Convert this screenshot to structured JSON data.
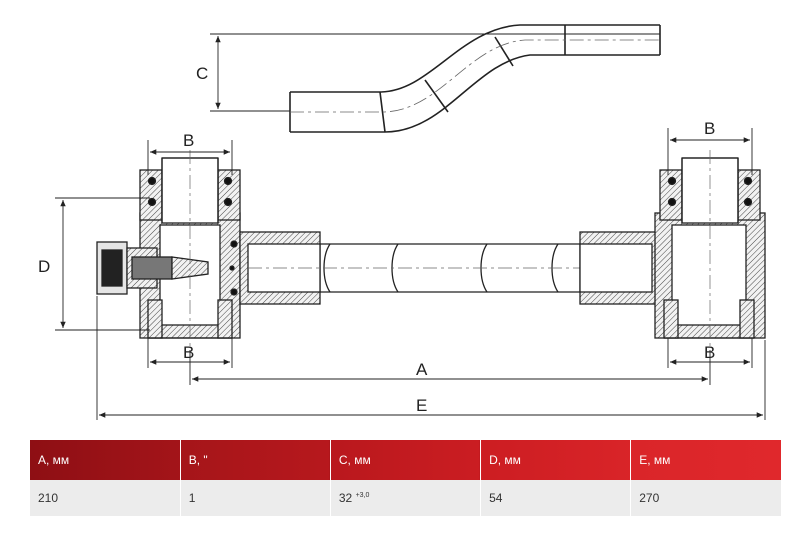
{
  "dimensions": {
    "A": "A",
    "B": "B",
    "C": "C",
    "D": "D",
    "E": "E"
  },
  "table": {
    "headers": [
      "A, мм",
      "B, \"",
      "C, мм",
      "D, мм",
      "E, мм"
    ],
    "values": [
      "210",
      "1",
      "32",
      "54",
      "270"
    ],
    "c_tolerance": "+3,0"
  },
  "colors": {
    "header_dark": "#8e0f14",
    "header_light": "#e0282c",
    "row_bg": "#ececec"
  }
}
